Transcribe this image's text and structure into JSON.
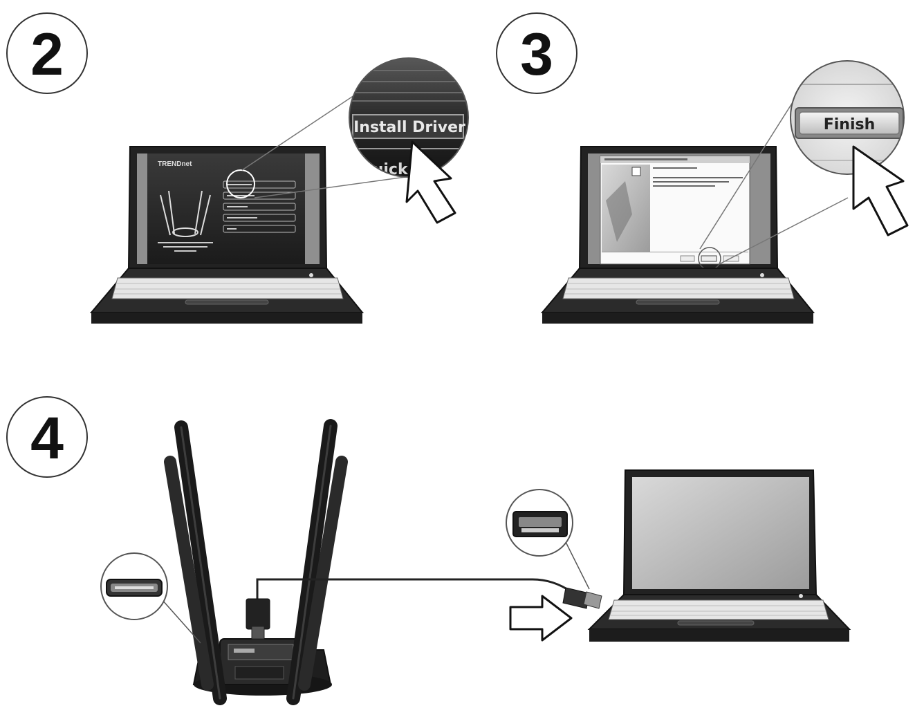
{
  "steps": [
    {
      "number": "2",
      "brand": "TRENDnet",
      "zoom_label": "Install Driver",
      "zoom_label_partial": "Quick"
    },
    {
      "number": "3",
      "zoom_label": "Finish"
    },
    {
      "number": "4"
    }
  ],
  "icons": {
    "pointer": "arrow-cursor-icon",
    "usb_port": "usb-port-icon",
    "usb_plug": "usb-plug-icon",
    "arrow_right": "arrow-right-icon"
  }
}
